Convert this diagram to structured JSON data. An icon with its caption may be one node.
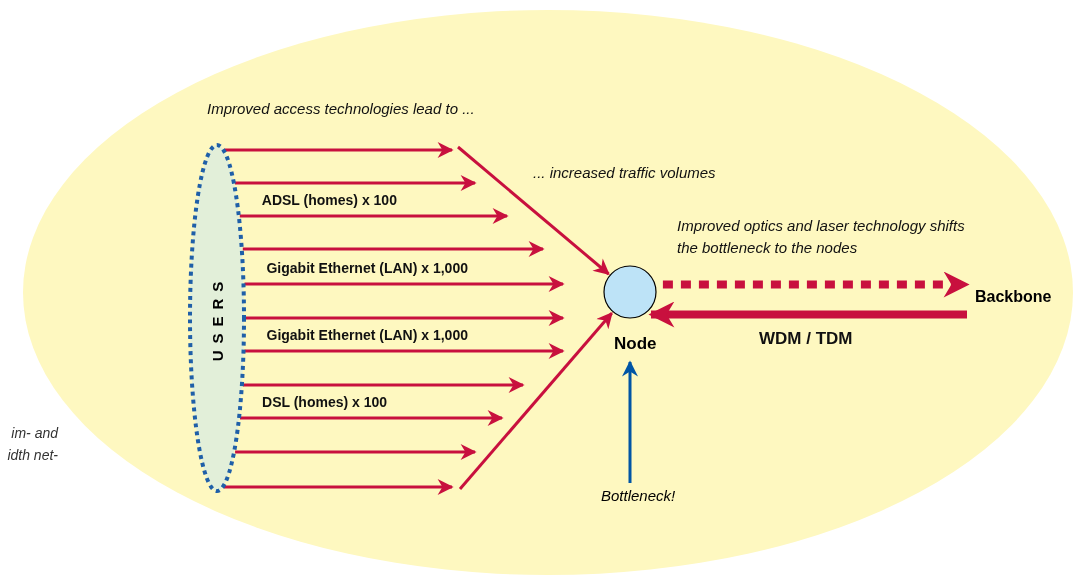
{
  "diagram": {
    "nodes": [
      {
        "text": [],
        "shape": "ellipse"
      },
      {
        "text": [
          "USERS"
        ],
        "in": 0
      },
      {
        "text": [
          "Node"
        ],
        "in": 0
      },
      {
        "text": [
          "Backbone"
        ],
        "in": 0
      },
      {
        "text": [
          "Bottleneck!"
        ],
        "in": 0
      }
    ],
    "edges": [
      {
        "from": 1,
        "to": null,
        "arrow": "to"
      },
      {
        "from": 1,
        "to": null,
        "arrow": "to"
      },
      {
        "from": 1,
        "to": null,
        "arrow": "to",
        "label": "ADSL (homes) x 100"
      },
      {
        "from": 1,
        "to": null,
        "arrow": "to"
      },
      {
        "from": 1,
        "to": null,
        "arrow": "to",
        "label": "Gigabit Ethernet (LAN) x 1,000"
      },
      {
        "from": 1,
        "to": null,
        "arrow": "to"
      },
      {
        "from": 1,
        "to": null,
        "arrow": "to",
        "label": "Gigabit Ethernet (LAN) x 1,000"
      },
      {
        "from": 1,
        "to": null,
        "arrow": "to"
      },
      {
        "from": 1,
        "to": null,
        "arrow": "to",
        "label": "DSL (homes) x 100"
      },
      {
        "from": 1,
        "to": null,
        "arrow": "to"
      },
      {
        "from": 1,
        "to": null,
        "arrow": "to"
      },
      {
        "from": null,
        "to": 2,
        "arrow": "to"
      },
      {
        "from": null,
        "to": 2,
        "arrow": "to"
      },
      {
        "from": 2,
        "to": 3,
        "arrow": "to",
        "style": "dashed"
      },
      {
        "from": 3,
        "to": 2,
        "arrow": "to",
        "style": "thick",
        "label": "WDM / TDM"
      },
      {
        "from": 4,
        "to": 2,
        "arrow": "to",
        "color": "#0055a5"
      }
    ],
    "labels": [
      "Improved access technologies lead to ...",
      "... increased traffic volumes",
      "Improved optics and laser technology shifts the bottleneck to the nodes",
      "im- and idth net-"
    ]
  }
}
